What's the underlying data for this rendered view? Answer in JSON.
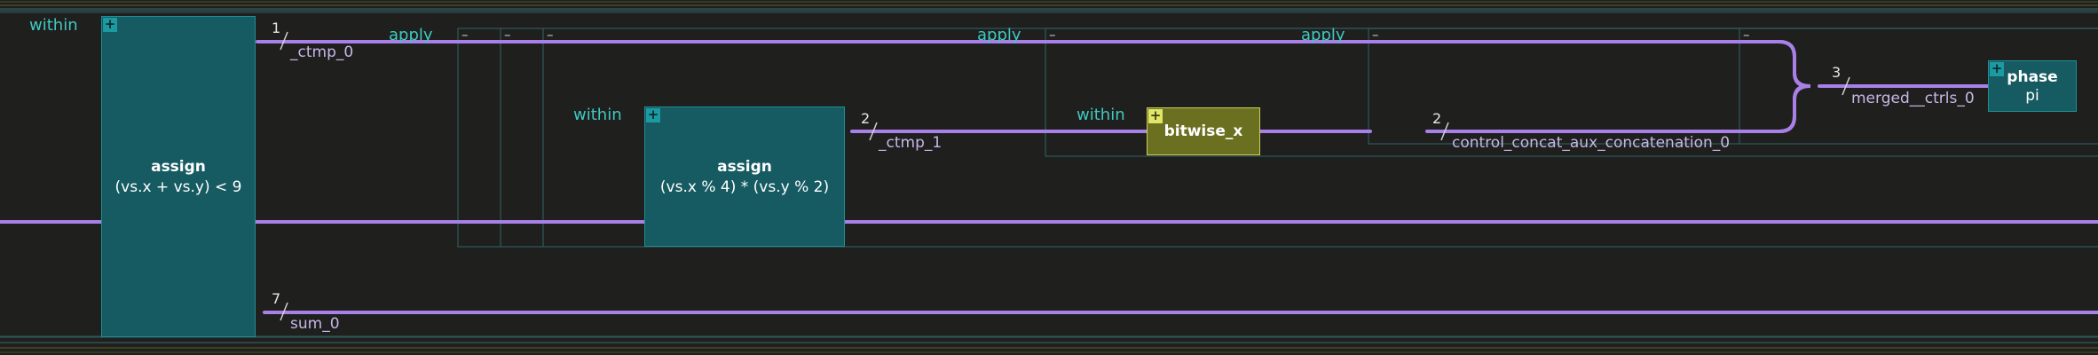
{
  "labels": {
    "within_1": "within",
    "within_2": "within",
    "within_3": "within",
    "apply_1": "apply",
    "apply_2": "apply",
    "apply_3": "apply"
  },
  "wires": {
    "ctmp0": {
      "name": "_ctmp_0",
      "count": "1"
    },
    "ctmp1": {
      "name": "_ctmp_1",
      "count": "2"
    },
    "concat": {
      "name": "control_concat_aux_concatenation_0",
      "count": "2"
    },
    "merged": {
      "name": "merged__ctrls_0",
      "count": "3"
    },
    "sum0": {
      "name": "sum_0",
      "count": "7"
    }
  },
  "boxes": {
    "assign1": {
      "title": "assign",
      "expr": "(vs.x + vs.y) < 9"
    },
    "assign2": {
      "title": "assign",
      "expr": "(vs.x % 4) * (vs.y % 2)"
    },
    "bitwise": {
      "title": "bitwise_x"
    },
    "phase": {
      "title": "phase",
      "expr": "pi"
    }
  },
  "glyphs": {
    "minus": "–",
    "plus": "+"
  },
  "colors": {
    "background": "#1f1f1e",
    "wire": "#a880e8",
    "teal_box": "#165a62",
    "olive_box": "#6b7021",
    "keyword": "#3fc9c0"
  }
}
